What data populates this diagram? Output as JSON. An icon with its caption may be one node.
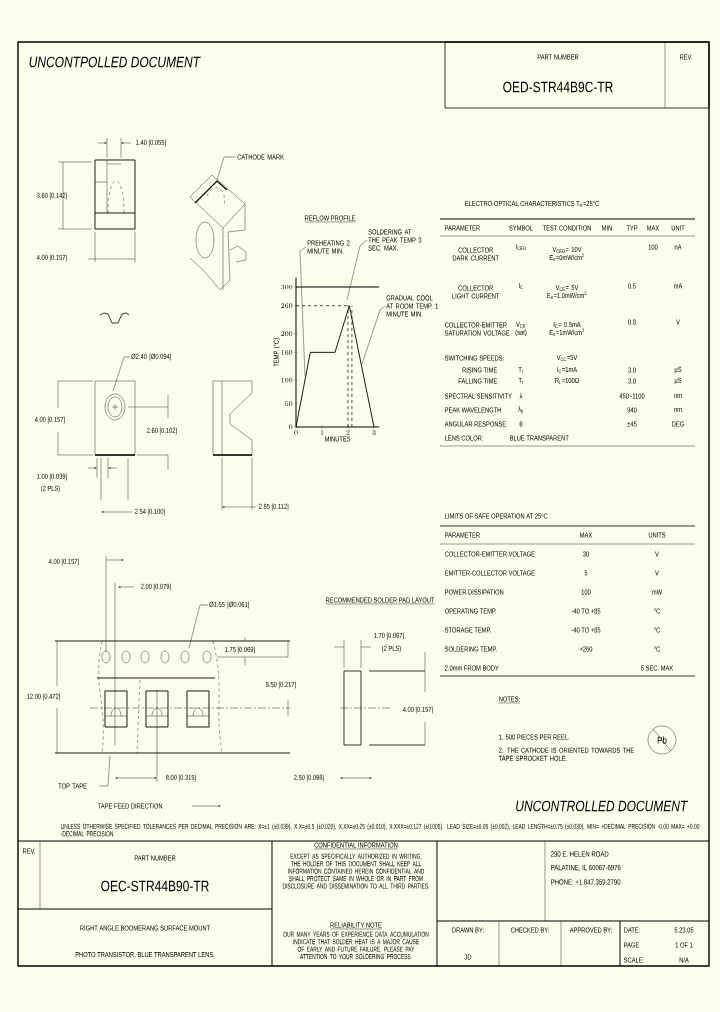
{
  "diagram": {
    "nodes": [
      {
        "text": [
          "CATHODE MARK"
        ]
      },
      {
        "text": [
          "Ø2.40 [Ø0.094]"
        ]
      },
      {
        "text": [
          "PREHEATING 2 MINUTE MIN."
        ]
      },
      {
        "text": [
          "SOLDERING AT THE PEAK TEMP 3 SEC. MAX."
        ]
      },
      {
        "text": [
          "GRADUAL COOL AT ROOM TEMP. 1 MINUTE MIN."
        ]
      },
      {
        "text": [
          "Ø1.55 [Ø0.061]"
        ]
      },
      {
        "text": [
          "TOP TAPE"
        ]
      }
    ],
    "edges": [
      {
        "from": 0,
        "to": null,
        "arrow": "none"
      },
      {
        "from": 1,
        "to": null,
        "arrow": "none"
      },
      {
        "from": 2,
        "to": null,
        "arrow": "none"
      },
      {
        "from": 3,
        "to": null,
        "arrow": "none"
      },
      {
        "from": 4,
        "to": null,
        "arrow": "none"
      },
      {
        "from": 5,
        "to": null,
        "arrow": "none"
      },
      {
        "from": 6,
        "to": null,
        "arrow": "none"
      }
    ],
    "labels": [
      "UNCONTPOLLED DOCUMENT",
      "PART NUMBER",
      "OED-STR44B9C-TR",
      "REV.",
      "1.40 [0.055]",
      "3.60 [0.142]",
      "4.00 [0.157]",
      "4.00 [0.157]",
      "2.60 [0.102]",
      "1.00 [0.039]",
      "(2 PLS)",
      "2.54 [0.100]",
      "2.85 [0.112]",
      "ELECTRO-OPTICAL CHARACTERISTICS T$_{A}$=25°C",
      "PARAMETER",
      "SYMBOL",
      "TEST CONDITION",
      "MIN",
      "TYP",
      "MAX",
      "UNIT",
      "COLLECTOR DARK CURRENT",
      "I$_{CEO}$",
      "V$_{CEO}$= 10V E$_{e}$=0mW/cm$^{2}$",
      "100",
      "nA",
      "COLLECTOR LIGHT CURRENT",
      "I$_{C}$",
      "V$_{CE}$= 5V E$_{e}$=1.0mW/cm$^{2}$",
      "0.5",
      "mA",
      "COLLECTOR-EMITTER SATURATION VOLTAGE",
      "V$_{CE}$ (sat)",
      "I$_{C}$= 0.5mA E$_{e}$=1mW/cm$^{2}$",
      "0.8",
      "V",
      "SWITCHING SPEEDS:",
      "V$_{CC}$=5V",
      "RISING TIME",
      "T$_{r}$",
      "I$_{C}$=1mA",
      "3.0",
      "µS",
      "FALLING TIME",
      "T$_{f}$",
      "R$_{L}$=100Ω",
      "3.0",
      "µS",
      "SPECTRAL SENSITIVITY",
      "λ",
      "450~1100",
      "nm",
      "PEAK WAVELENGTH",
      "λ$_{p}$",
      "940",
      "nm",
      "ANGULAR RESPONSE",
      "θ",
      "±45",
      "DEG",
      "LENS COLOR:",
      "BLUE TRANSPARENT",
      "LIMITS OF SAFE OPERATION AT 25°C",
      "PARAMETER",
      "MAX",
      "UNITS",
      "COLLECTOR-EMITTER VOLTAGE",
      "30",
      "V",
      "EMITTER-COLLECTOR VOLTAGE",
      "5",
      "V",
      "POWER DISSIPATION",
      "100",
      "mW",
      "OPERATING TEMP.",
      "-40 TO +85",
      "°C",
      "STORAGE TEMP.",
      "-40 TO +85",
      "°C",
      "SOLDERING TEMP.",
      "+260",
      "°C",
      "2.0mm FROM BODY",
      "5 SEC. MAX",
      "NOTES:",
      "1. 500 PIECES PER REEL.",
      "2. THE CATHODE IS ORIENTED TOWARDS THE TAPE SPROCKET HOLE.",
      "Pb",
      "UNCONTROLLED DOCUMENT",
      "4.00 [0.157]",
      "2.00 [0.079]",
      "1.75 [0.069]",
      "5.50 [0.217]",
      "12.00 [0.472]",
      "8.00 [0.315]",
      "TAPE FEED DIRECTION",
      "RECOMMENDED SOLDER PAD LAYOUT",
      "1.70 [0.067]",
      "(2 PLS)",
      "4.00 [0.157]",
      "2.50 [0.098]",
      "UNLESS OTHERWISE SPECIFIED TOLERANCES PER DECIMAL PRECISION ARE: X=±1 (±0.039), X.X=±0.5 (±0.020), X.XX=±0.25 (±0.010), X.XXX=±0.127 (±0.005). LEAD SIZE=±0.05 (±0.002), LEAD LENGTH=±0.75 (±0.030), MIN= +DECIMAL PRECISION -0.00 MAX= +0.00 -DECIMAL PRECISION",
      "REV.",
      "PART NUMBER",
      "OEC-STR44B90-TR",
      "CONFIDENTIAL INFORMATION",
      "EXCEPT AS SPECIFICALLY AUTHORIZED IN WRITING, THE HOLDER OF THIS DOCUMENT SHALL KEEP ALL INFORMATION CONTAINED HEREIN CONFIDENTIAL AND SHALL PROTECT SAME IN WHOLE OR IN PART FROM DISCLOSURE AND DISSEMINATION TO ALL THIRD PARTIES.",
      "RIGHT ANGLE BOOMERANG SURFACE MOUNT",
      "PHOTO TRANSISTOR, BLUE TRANSPARENT LENS.",
      "RELIABILITY NOTE",
      "OUR MANY YEARS OF EXPERIENCE DATA ACCUMULATION INDICATE THAT SOLDER HEAT IS A MAJOR CAUSE OF EARLY AND FUTURE FAILURE. PLEASE PAY ATTENTION TO YOUR SOLDERING PROCESS.",
      "290 E. HELEN ROAD",
      "PALATINE, IL 60067-6976",
      "PHONE: +1.847.359.2790",
      "DRAWN BY:",
      "CHECKED BY:",
      "APPROVED BY:",
      "JD",
      "DATE:",
      "5.23.05",
      "PAGE",
      "1 OF 1",
      "SCALE:",
      "N/A"
    ],
    "chart_data": {
      "type": "line",
      "title": "REFLOW PROFILE",
      "xlabel": "MINUTES",
      "ylabel": "TEMP. (°C)",
      "x": [
        0,
        0.55,
        1.5,
        2.05,
        3
      ],
      "series": [
        {
          "values": [
            0,
            160,
            160,
            260,
            0
          ]
        }
      ],
      "xlim": [
        0,
        3.2
      ],
      "ylim": [
        0,
        320
      ],
      "xticks": [
        0,
        1,
        2,
        3
      ],
      "yticks": [
        0,
        50,
        100,
        160,
        200,
        260,
        300
      ],
      "ref_lines": [
        {
          "axis": "y",
          "value": 300
        },
        {
          "axis": "y",
          "value": 260
        },
        {
          "axis": "x",
          "value": 2
        },
        {
          "axis": "x",
          "value": 2.15
        }
      ]
    }
  }
}
